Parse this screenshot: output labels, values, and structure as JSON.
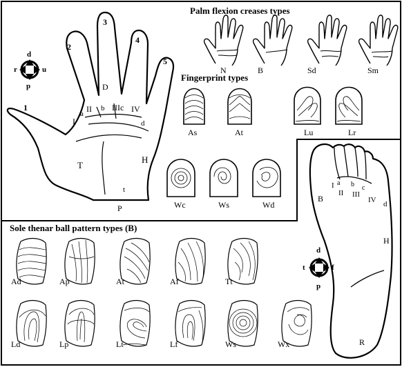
{
  "headings": {
    "palm_creases": "Palm flexion creases types",
    "fingerprints": "Fingerprint types",
    "sole": "Sole thenar ball pattern types (B)"
  },
  "palm_crease_types": [
    "N",
    "B",
    "Sd",
    "Sm"
  ],
  "fingerprint_types": {
    "row1": [
      "As",
      "At",
      "Lu",
      "Lr"
    ],
    "row2": [
      "Wc",
      "Ws",
      "Wd"
    ]
  },
  "sole_types": {
    "row1": [
      "Ad",
      "Ap",
      "At",
      "Af",
      "Tt"
    ],
    "row2": [
      "Ld",
      "Lp",
      "Lt",
      "Lf",
      "Ws",
      "Wx"
    ]
  },
  "hand": {
    "fingers": [
      "1",
      "2",
      "3",
      "4",
      "5"
    ],
    "interdigital": [
      "I",
      "II",
      "IIIc",
      "IV"
    ],
    "triradii": [
      "a",
      "b",
      "d"
    ],
    "areas": {
      "D": "D",
      "T": "T",
      "H": "H",
      "P": "P",
      "t": "t"
    },
    "compass": {
      "d": "d",
      "r": "r",
      "u": "u",
      "p": "p"
    }
  },
  "foot": {
    "interdigital": [
      "I",
      "II",
      "III",
      "IV"
    ],
    "triradii": [
      "a",
      "b",
      "c",
      "d"
    ],
    "areas": {
      "B": "B",
      "H": "H",
      "R": "R"
    },
    "compass": {
      "d": "d",
      "t": "t",
      "f": "f",
      "p": "p"
    }
  }
}
